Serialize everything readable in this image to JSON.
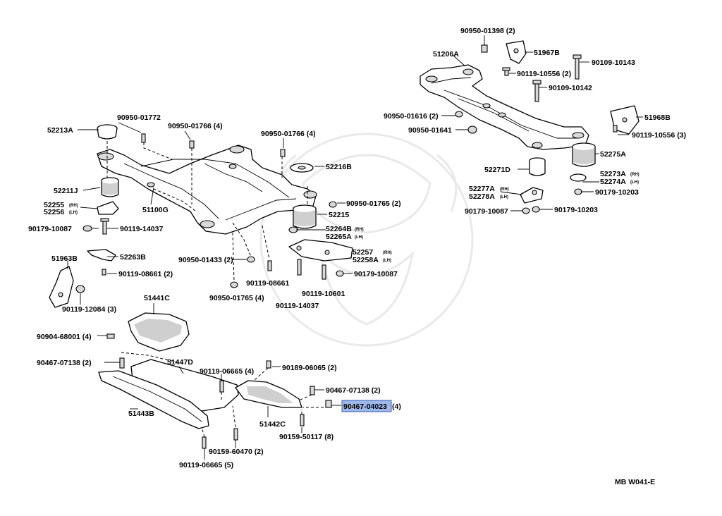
{
  "diagram_code": "MB  W041-E",
  "highlight_color": "#9db7e8",
  "labels": {
    "l1": "90950-01398 (2)",
    "l2": "51206A",
    "l3": "51967B",
    "l4": "90109-10143",
    "l5": "90119-10556 (2)",
    "l6": "90109-10142",
    "l7": "90950-01616 (2)",
    "l8": "90950-01641",
    "l9": "51968B",
    "l10": "90119-10556 (3)",
    "l11": "52275A",
    "l12": "52271D",
    "l13": "52273A",
    "l14": "52274A",
    "l15": "52277A",
    "l16": "52278A",
    "l17": "90179-10203",
    "l18": "90179-10087",
    "l19": "90179-10203",
    "l20": "90950-01772",
    "l21": "52213A",
    "l22": "90950-01766 (4)",
    "l23": "90950-01766 (4)",
    "l24": "52216B",
    "l25": "52211J",
    "l26": "52255",
    "l27": "52256",
    "l28": "51100G",
    "l29": "90950-01765 (2)",
    "l30": "52215",
    "l31": "90179-10087",
    "l32": "90119-14037",
    "l33": "52264B",
    "l34": "52265A",
    "l35": "52263B",
    "l36": "90950-01433 (2)",
    "l37": "52257",
    "l38": "52258A",
    "l39": "51963B",
    "l40": "90119-08661 (2)",
    "l41": "90179-10087",
    "l42": "90119-08661",
    "l43": "90950-01765 (4)",
    "l44": "90119-10601",
    "l45": "90119-12084 (3)",
    "l46": "90119-14037",
    "l47": "51441C",
    "l48": "90904-68001 (4)",
    "l49": "90467-07138 (2)",
    "l50": "51447D",
    "l51": "90119-06665 (4)",
    "l52": "90189-06065 (2)",
    "l53": "90467-07138 (2)",
    "l54": "90467-04023",
    "l55": "(4)",
    "l56": "51443B",
    "l57": "51442C",
    "l58": "90159-50117 (8)",
    "l59": "90159-60470 (2)",
    "l60": "90119-06665 (5)"
  },
  "side_marks": {
    "rh": "(RH)",
    "lh": "(LH)"
  }
}
